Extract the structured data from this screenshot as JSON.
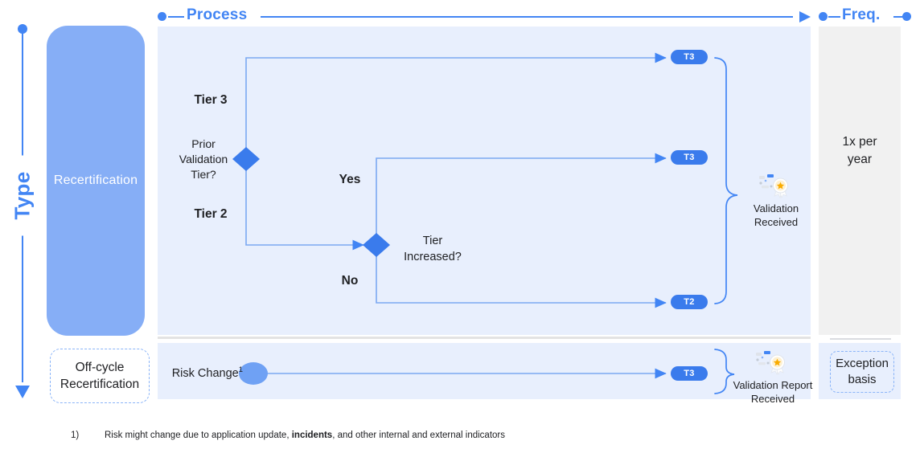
{
  "axis": {
    "type_label": "Type"
  },
  "headers": {
    "process": "Process",
    "freq": "Freq."
  },
  "type_column": {
    "recertification": "Recertification",
    "off_cycle": "Off-cycle\nRecertification",
    "off_cycle_line1": "Off-cycle",
    "off_cycle_line2": "Recertification"
  },
  "process_flow": {
    "decision_1": {
      "question_line1": "Prior",
      "question_line2": "Validation",
      "question_line3": "Tier?",
      "branch_up": "Tier 3",
      "branch_down": "Tier 2"
    },
    "decision_2": {
      "question_line1": "Tier",
      "question_line2": "Increased?",
      "branch_up": "Yes",
      "branch_down": "No"
    },
    "pills": {
      "t3_top": "T3",
      "t3_middle": "T3",
      "t2_bottom": "T2",
      "t3_offcycle": "T3"
    },
    "outcome_top": {
      "icon": "award-badge-icon",
      "label_line1": "Validation",
      "label_line2": "Received"
    },
    "outcome_bottom": {
      "icon": "award-badge-icon",
      "label_line1": "Validation Report",
      "label_line2": "Received"
    },
    "off_cycle_start": "Risk Change",
    "off_cycle_start_sup": "1"
  },
  "frequency": {
    "recertification_line1": "1x per",
    "recertification_line2": "year",
    "off_cycle_line1": "Exception",
    "off_cycle_line2": "basis"
  },
  "footnote": {
    "marker": "1)",
    "text_part1": "Risk might change due to application update, ",
    "text_bold": "incidents",
    "text_part2": ", and other internal and external indicators"
  },
  "colors": {
    "accent_blue": "#4285f4",
    "card_blue": "#86aef6",
    "panel_blue": "#e8effd",
    "panel_gray": "#f1f1f1",
    "pill_blue": "#3a7bec",
    "dashed_border": "#8ab4f8",
    "text_dark": "#202124"
  }
}
